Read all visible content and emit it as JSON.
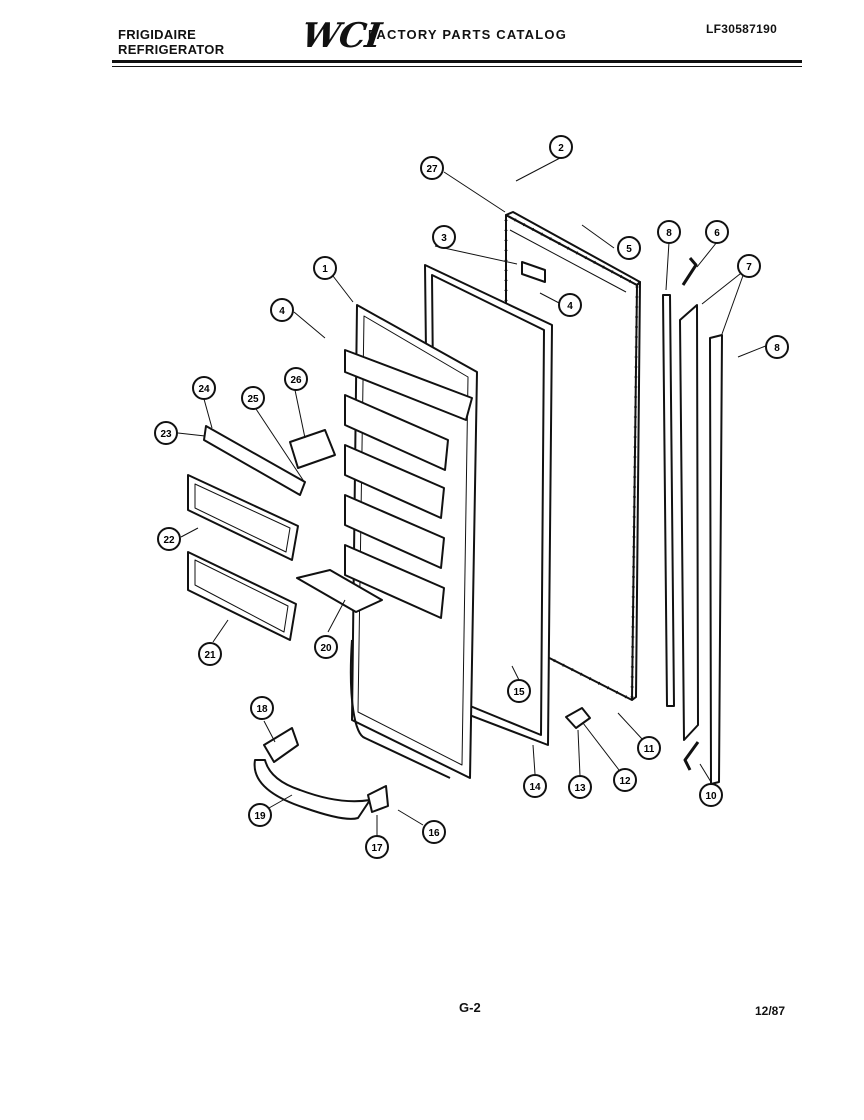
{
  "header": {
    "brand_line1": "FRIGIDAIRE",
    "brand_line2": "REFRIGERATOR",
    "logo": "WCI",
    "catalog_title": "FACTORY PARTS CATALOG",
    "model_number": "LF30587190"
  },
  "footer": {
    "page": "G-2",
    "date": "12/87"
  },
  "callouts": [
    "1",
    "2",
    "3",
    "4",
    "4",
    "5",
    "6",
    "7",
    "8",
    "8",
    "10",
    "11",
    "12",
    "13",
    "14",
    "15",
    "16",
    "17",
    "18",
    "19",
    "20",
    "21",
    "22",
    "23",
    "24",
    "25",
    "26",
    "27"
  ]
}
